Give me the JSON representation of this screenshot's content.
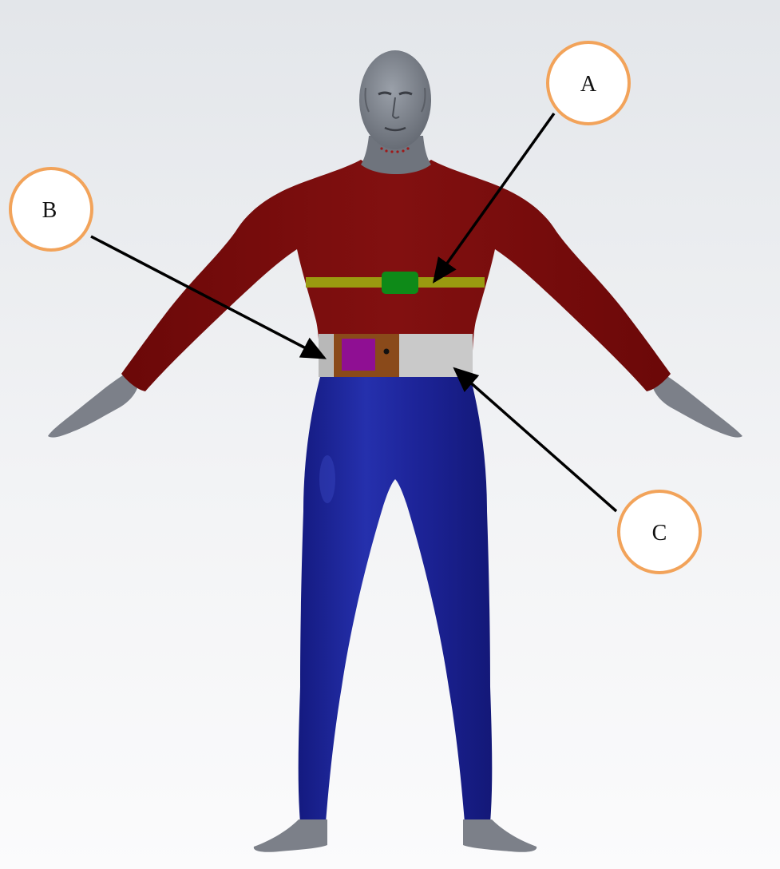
{
  "colors": {
    "background_top": "#e3e6ea",
    "background_bottom": "#fbfbfc",
    "skin": "#7c8089",
    "shirt": "#7b0c0c",
    "pants": "#1d2499",
    "chest_strap": "#9a9a10",
    "chest_sensor": "#0e8a18",
    "waist_belt": "#c9c9c9",
    "belt_module": "#8a4a1a",
    "belt_module_screen": "#8f0f93",
    "callout_border": "#f2a35a",
    "callout_fill": "#ffffff",
    "arrow": "#000000"
  },
  "callouts": [
    {
      "id": "A",
      "label": "A"
    },
    {
      "id": "B",
      "label": "B"
    },
    {
      "id": "C",
      "label": "C"
    }
  ]
}
